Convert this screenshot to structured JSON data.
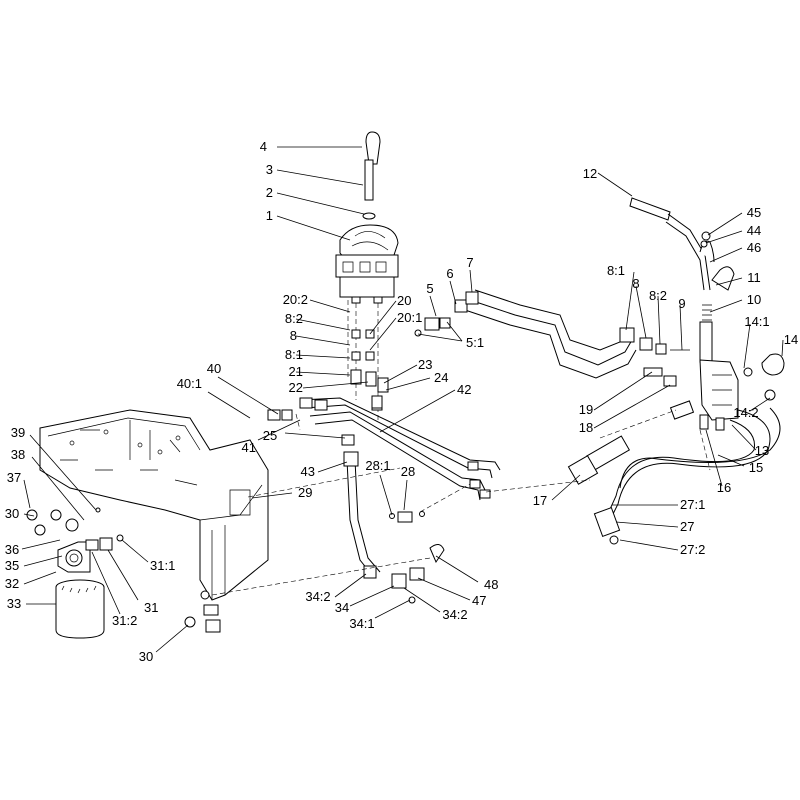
{
  "callouts": [
    {
      "id": "c4",
      "text": "4"
    },
    {
      "id": "c3",
      "text": "3"
    },
    {
      "id": "c2",
      "text": "2"
    },
    {
      "id": "c1",
      "text": "1"
    },
    {
      "id": "c20_2",
      "text": "20:2"
    },
    {
      "id": "c8_2a",
      "text": "8:2"
    },
    {
      "id": "c8a",
      "text": "8"
    },
    {
      "id": "c8_1a",
      "text": "8:1"
    },
    {
      "id": "c21",
      "text": "21"
    },
    {
      "id": "c22",
      "text": "22"
    },
    {
      "id": "c20",
      "text": "20"
    },
    {
      "id": "c20_1",
      "text": "20:1"
    },
    {
      "id": "c23",
      "text": "23"
    },
    {
      "id": "c24",
      "text": "24"
    },
    {
      "id": "c42",
      "text": "42"
    },
    {
      "id": "c5",
      "text": "5"
    },
    {
      "id": "c6",
      "text": "6"
    },
    {
      "id": "c7",
      "text": "7"
    },
    {
      "id": "c5_1",
      "text": "5:1"
    },
    {
      "id": "c40",
      "text": "40"
    },
    {
      "id": "c40_1",
      "text": "40:1"
    },
    {
      "id": "c41",
      "text": "41"
    },
    {
      "id": "c25",
      "text": "25"
    },
    {
      "id": "c43",
      "text": "43"
    },
    {
      "id": "c28_1",
      "text": "28:1"
    },
    {
      "id": "c28",
      "text": "28"
    },
    {
      "id": "c29",
      "text": "29"
    },
    {
      "id": "c39",
      "text": "39"
    },
    {
      "id": "c38",
      "text": "38"
    },
    {
      "id": "c37",
      "text": "37"
    },
    {
      "id": "c30a",
      "text": "30"
    },
    {
      "id": "c36",
      "text": "36"
    },
    {
      "id": "c35",
      "text": "35"
    },
    {
      "id": "c32",
      "text": "32"
    },
    {
      "id": "c33",
      "text": "33"
    },
    {
      "id": "c31_1",
      "text": "31:1"
    },
    {
      "id": "c31",
      "text": "31"
    },
    {
      "id": "c31_2",
      "text": "31:2"
    },
    {
      "id": "c30b",
      "text": "30"
    },
    {
      "id": "c34_2a",
      "text": "34:2"
    },
    {
      "id": "c34",
      "text": "34"
    },
    {
      "id": "c34_1",
      "text": "34:1"
    },
    {
      "id": "c34_2b",
      "text": "34:2"
    },
    {
      "id": "c47",
      "text": "47"
    },
    {
      "id": "c48",
      "text": "48"
    },
    {
      "id": "c12",
      "text": "12"
    },
    {
      "id": "c45",
      "text": "45"
    },
    {
      "id": "c44",
      "text": "44"
    },
    {
      "id": "c46",
      "text": "46"
    },
    {
      "id": "c11",
      "text": "11"
    },
    {
      "id": "c10",
      "text": "10"
    },
    {
      "id": "c8_1b",
      "text": "8:1"
    },
    {
      "id": "c8b",
      "text": "8"
    },
    {
      "id": "c8_2b",
      "text": "8:2"
    },
    {
      "id": "c9",
      "text": "9"
    },
    {
      "id": "c14_1",
      "text": "14:1"
    },
    {
      "id": "c14",
      "text": "14"
    },
    {
      "id": "c14_2",
      "text": "14:2"
    },
    {
      "id": "c19",
      "text": "19"
    },
    {
      "id": "c18",
      "text": "18"
    },
    {
      "id": "c13",
      "text": "13"
    },
    {
      "id": "c15",
      "text": "15"
    },
    {
      "id": "c16",
      "text": "16"
    },
    {
      "id": "c17",
      "text": "17"
    },
    {
      "id": "c27_1",
      "text": "27:1"
    },
    {
      "id": "c27",
      "text": "27"
    },
    {
      "id": "c27_2",
      "text": "27:2"
    }
  ]
}
